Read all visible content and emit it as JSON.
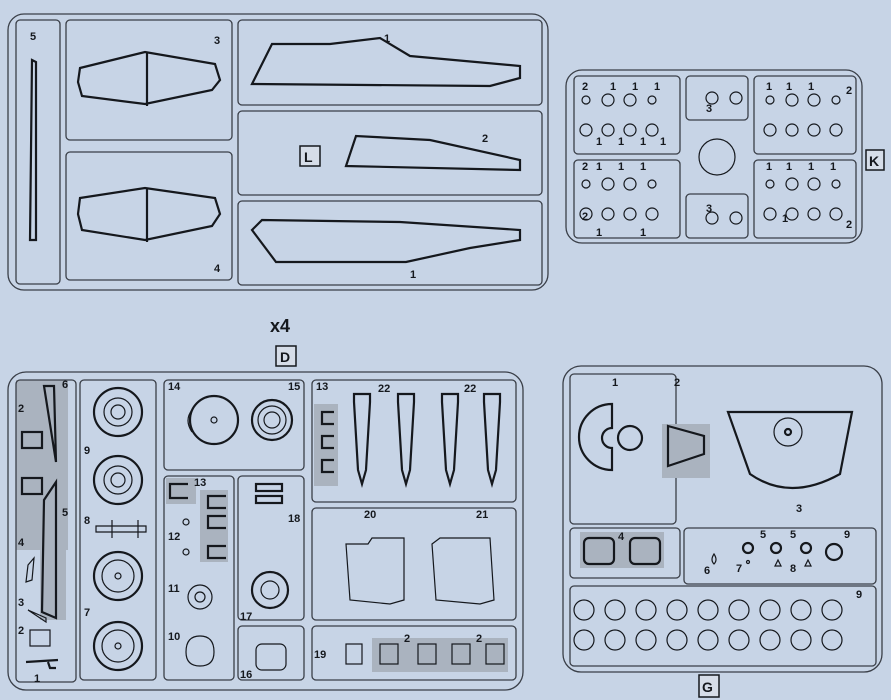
{
  "sprue_L": {
    "letter": "L",
    "labels": {
      "p5": "5",
      "p3": "3",
      "p1a": "1",
      "p2": "2",
      "p4": "4",
      "p1b": "1"
    }
  },
  "sprue_K": {
    "letter": "K",
    "labels": [
      "2",
      "1",
      "1",
      "1",
      "1",
      "1",
      "1",
      "1",
      "2",
      "1",
      "1",
      "3",
      "3",
      "1",
      "1",
      "1",
      "2",
      "1",
      "1",
      "1",
      "1",
      "1",
      "2",
      "1",
      "1",
      "1",
      "2"
    ]
  },
  "sprue_D": {
    "letter": "D",
    "multiplier": "x4",
    "labels": {
      "p1": "1",
      "p2a": "2",
      "p2b": "2",
      "p3": "3",
      "p4": "4",
      "p5": "5",
      "p6": "6",
      "p7": "7",
      "p8": "8",
      "p9": "9",
      "p10": "10",
      "p11": "11",
      "p12": "12",
      "p13a": "13",
      "p13b": "13",
      "p14": "14",
      "p15": "15",
      "p16": "16",
      "p17": "17",
      "p18": "18",
      "p19": "19",
      "p20": "20",
      "p21": "21",
      "p22a": "22",
      "p22b": "22",
      "p2c": "2",
      "p2d": "2"
    }
  },
  "sprue_G": {
    "letter": "G",
    "labels": {
      "p1": "1",
      "p2": "2",
      "p3": "3",
      "p4": "4",
      "p5a": "5",
      "p5b": "5",
      "p6": "6",
      "p7": "7",
      "p8": "8",
      "p9a": "9",
      "p9b": "9"
    }
  }
}
